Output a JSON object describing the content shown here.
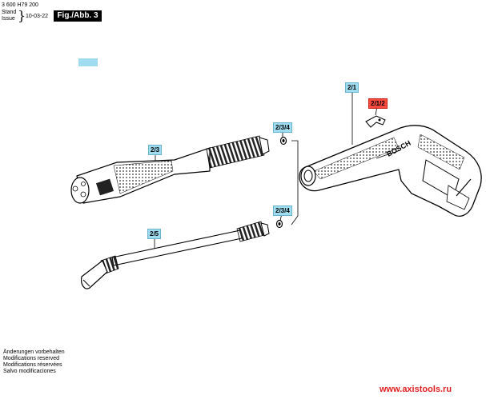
{
  "header": {
    "part_number": "3 600 H79 200",
    "stand_label": "Stand",
    "issue_label": "Issue",
    "brace": "}",
    "date": "10-03-22",
    "figure_label": "Fig./Abb. 3"
  },
  "callouts": {
    "gun": "2/1",
    "clip": "2/1/2",
    "lance": "2/3",
    "seal_top": "2/3/4",
    "seal_bottom": "2/3/4",
    "spray_lance": "2/5"
  },
  "brand": "BOSCH",
  "footer": {
    "lines": [
      "Änderungen vorbehalten",
      "Modifications reserved",
      "Modifications réservées",
      "Salvo modificaciones"
    ]
  },
  "website": "www.axistools.ru",
  "colors": {
    "highlight": "#9fdcef",
    "highlight_red": "#ff4a3d",
    "website": "#e02020"
  }
}
